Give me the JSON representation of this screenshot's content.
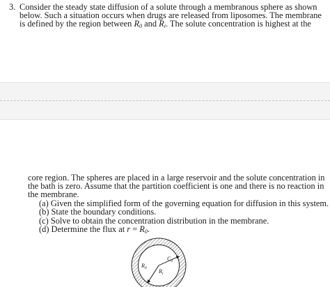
{
  "problem": {
    "number": "3.",
    "intro_line1": "Consider the steady state diffusion of a solute through a membranous sphere as shown",
    "intro_line2": "below.  Such a situation occurs when drugs are released from liposomes.  The membrane",
    "intro_line3a": "is defined by the region between ",
    "r0_symbol": "R",
    "r0_sub": "0",
    "intro_and": " and ",
    "ri_symbol": "R",
    "ri_sub": "i",
    "intro_line3b": ".  The solute concentration is highest at the",
    "cont_line1": "core region.  The spheres are placed in a large reservoir and the solute concentration in",
    "cont_line2": "the bath is zero.  Assume that the partition coefficient is one and there is no reaction in",
    "cont_line3": "the membrane.",
    "part_a": "(a) Given the simplified form of the governing equation for diffusion in this system.",
    "part_b": "(b) State the boundary conditions.",
    "part_c": "(c) Solve to obtain the concentration distribution in the membrane.",
    "part_d_prefix": "(d) Determine the flux at ",
    "part_d_var": "r",
    "part_d_eq": " = ",
    "part_d_sym": "R",
    "part_d_sub": "0",
    "part_d_end": "."
  },
  "figure": {
    "label_c": "C",
    "label_c_sub": "0",
    "label_r0": "R",
    "label_r0_sub": "0",
    "label_ri": "R",
    "label_ri_sub": "i"
  }
}
